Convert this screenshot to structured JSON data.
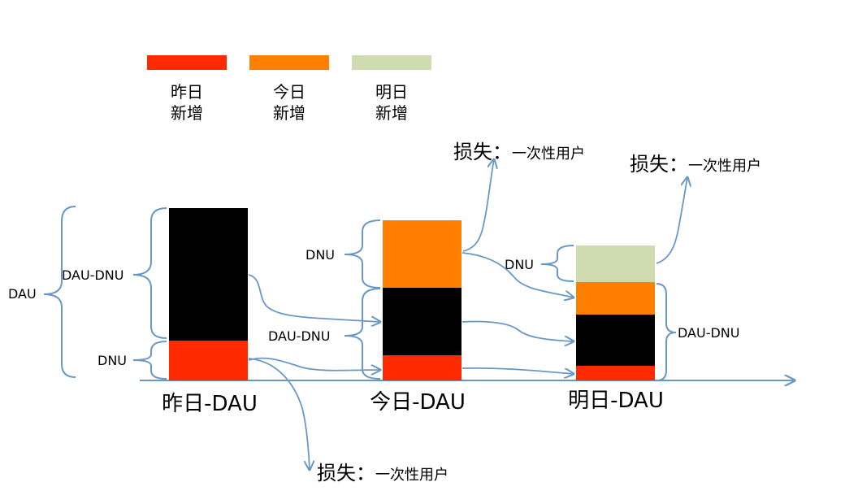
{
  "legend": [
    {
      "line1": "昨日",
      "line2": "新增",
      "color": "#ff2a00"
    },
    {
      "line1": "今日",
      "line2": "新增",
      "color": "#ff8000"
    },
    {
      "line1": "明日",
      "line2": "新增",
      "color": "#cfdcb0"
    }
  ],
  "colors": {
    "black": "#000000",
    "arrow": "#6a98c4",
    "axis": "#6a98c4"
  },
  "bars": {
    "yesterday": {
      "label": "昨日-DAU"
    },
    "today": {
      "label": "今日-DAU"
    },
    "tomorrow": {
      "label": "明日-DAU"
    }
  },
  "brackets": {
    "dau": "DAU",
    "yesterday_dau_dnu": "DAU-DNU",
    "yesterday_dnu": "DNU",
    "today_dnu": "DNU",
    "today_dau_dnu": "DAU-DNU",
    "tomorrow_dnu": "DNU",
    "tomorrow_dau_dnu": "DAU-DNU"
  },
  "losses": {
    "loss_1": {
      "main": "损失：",
      "sub": "一次性用户"
    },
    "loss_2": {
      "main": "损失：",
      "sub": "一次性用户"
    },
    "loss_3": {
      "main": "损失：",
      "sub": "一次性用户"
    }
  }
}
